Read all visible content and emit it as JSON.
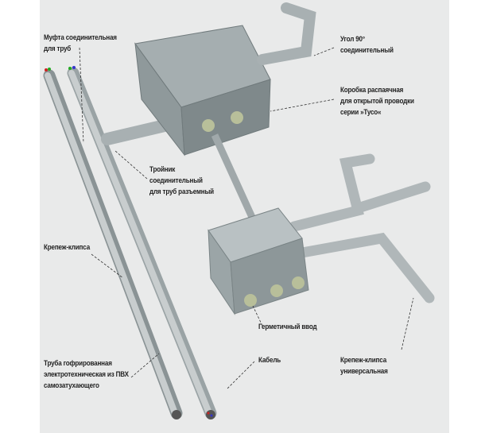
{
  "labels": {
    "coupling": "Муфта соединительная\nдля труб",
    "elbow": "Угол 90°\nсоединительный",
    "box": "Коробка распаячная\nдля открытой проводки\nсерии »Тусо«",
    "tee": "Тройник\nсоединительный\nдля труб разъемный",
    "clip": "Крепеж-клипса",
    "gland": "Герметичный ввод",
    "pipe": "Труба гофрированная\nэлектротехническая из ПВХ\nсамозатухающего",
    "cable": "Кабель",
    "clip_universal": "Крепеж-клипса\nуниверсальная"
  },
  "colors": {
    "background": "#e9eaea",
    "pipe": "#b9c0c2",
    "box": "#98a3a5",
    "text": "#222222"
  }
}
